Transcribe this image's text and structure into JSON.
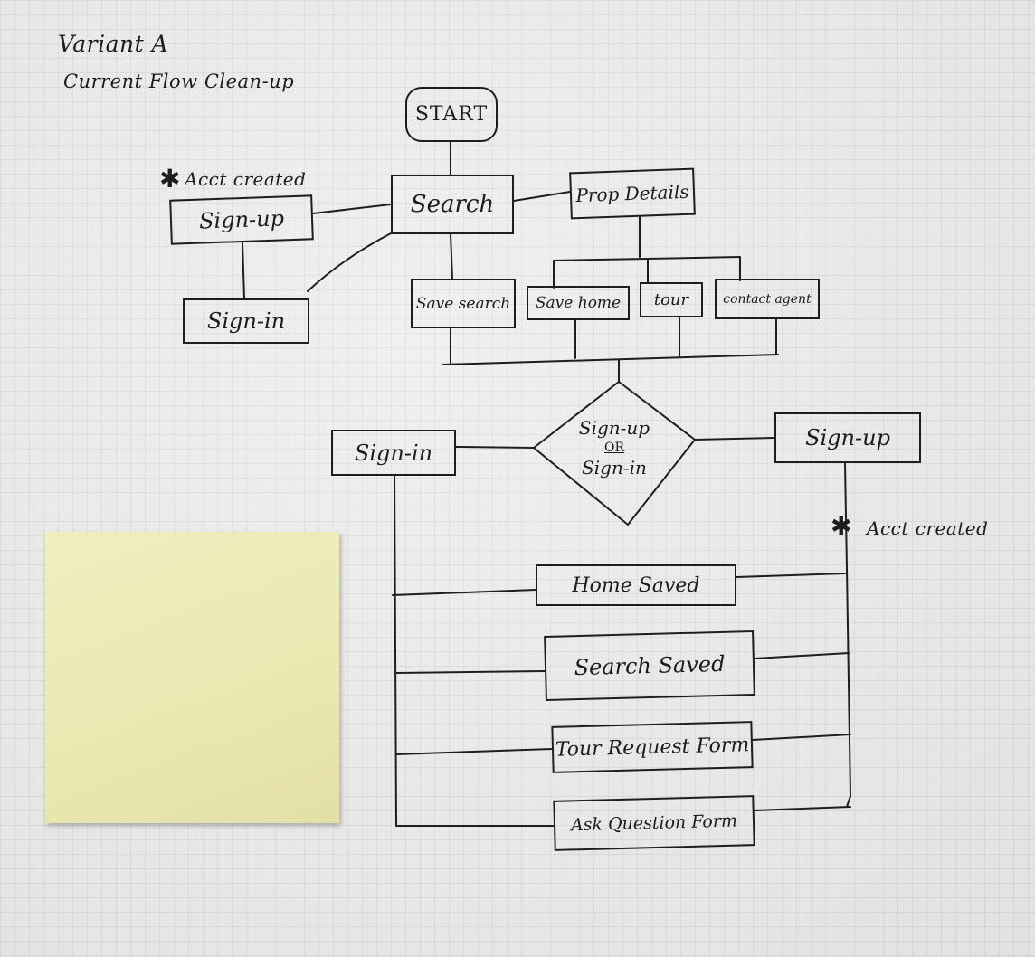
{
  "header": {
    "title": "Variant A",
    "subtitle": "Current Flow Clean-up"
  },
  "nodes": {
    "start": "START",
    "search": "Search",
    "prop_details": "Prop Details",
    "signup_top": "Sign-up",
    "signin_top": "Sign-in",
    "save_search": "Save search",
    "save_home": "Save home",
    "tour": "tour",
    "contact_agent": "contact agent",
    "signin_mid": "Sign-in",
    "signup_mid": "Sign-up",
    "home_saved": "Home Saved",
    "search_saved": "Search Saved",
    "tour_request_form": "Tour Request Form",
    "ask_question_form": "Ask Question Form"
  },
  "decision": {
    "line1": "Sign-up",
    "or": "OR",
    "line2": "Sign-in"
  },
  "annotations": {
    "acct_created_top": "Acct created",
    "acct_created_right": "Acct created",
    "star_symbol": "✱"
  },
  "colors": {
    "paper": "#ebebe9",
    "ink": "#1e1e1e",
    "sticky_note": "#ebe8b2"
  }
}
